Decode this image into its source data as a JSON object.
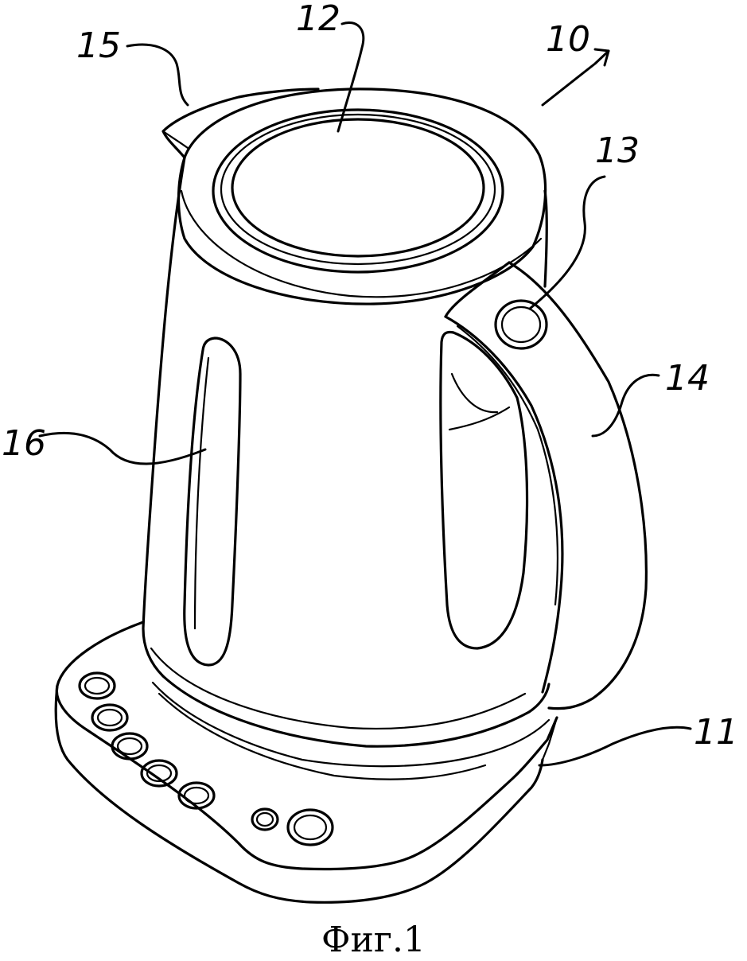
{
  "figure": {
    "caption": "Фиг.1",
    "reference_numerals": {
      "kettle": "10",
      "base": "11",
      "lid": "12",
      "button": "13",
      "handle": "14",
      "spout": "15",
      "window": "16"
    }
  }
}
